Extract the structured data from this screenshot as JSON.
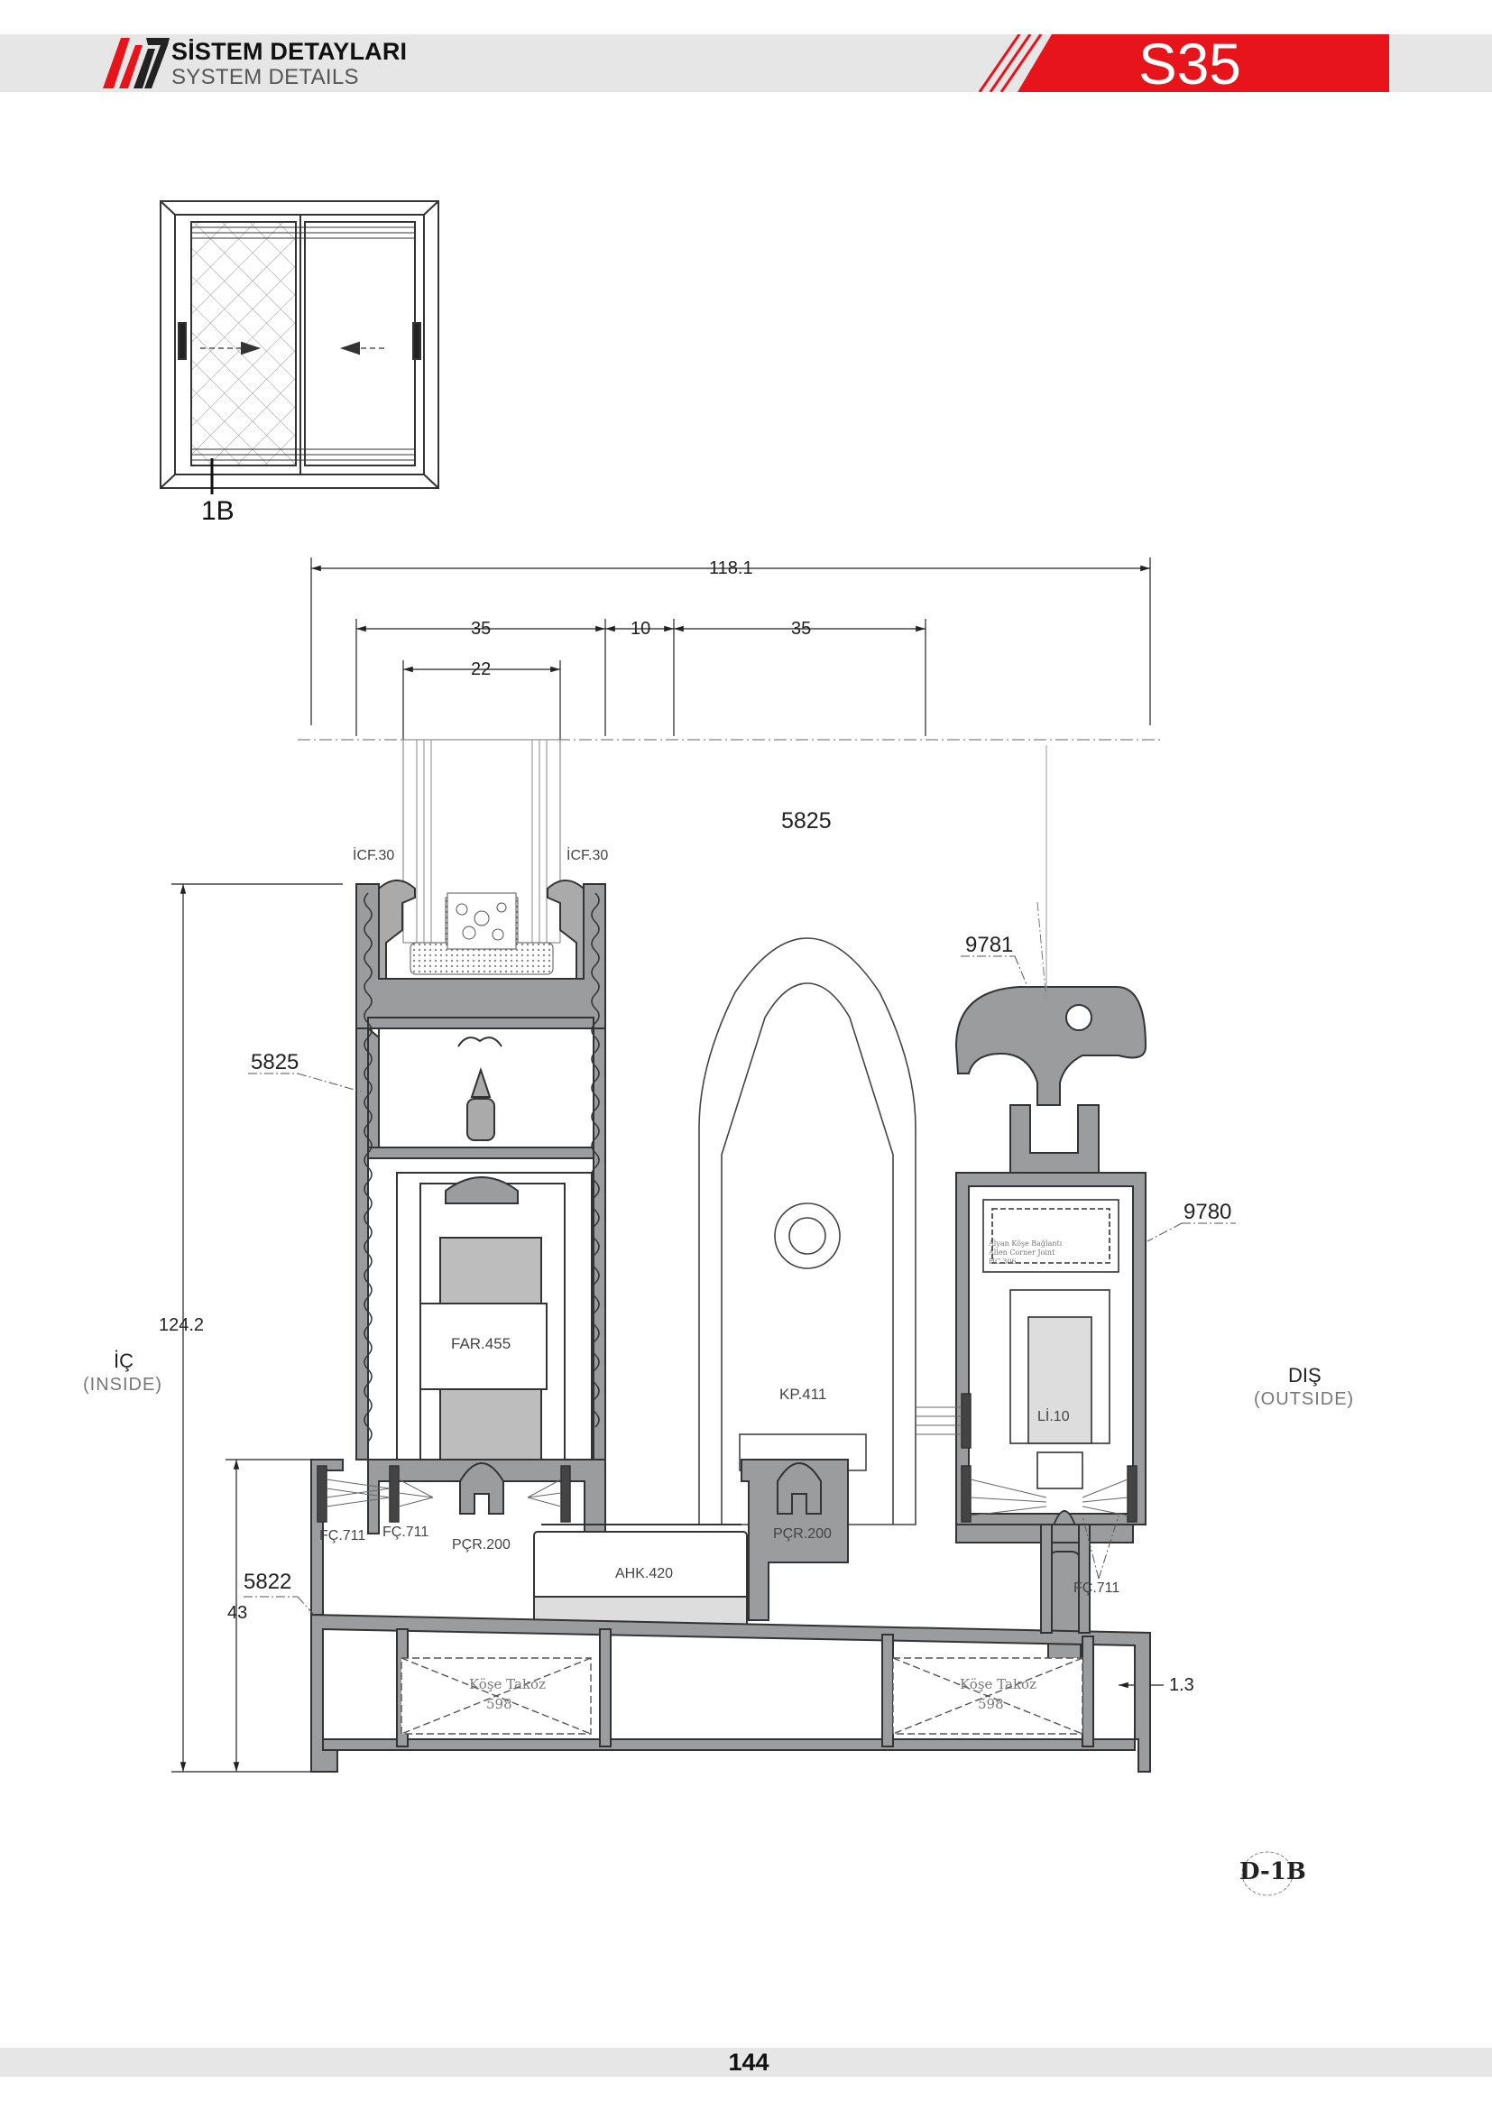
{
  "header": {
    "title_tr": "SİSTEM DETAYLARI",
    "title_en": "SYSTEM DETAILS",
    "series_code": "S35",
    "colors": {
      "accent_red": "#e8141c",
      "bar_grey": "#e6e6e6",
      "profile_grey": "#9a9c9e"
    }
  },
  "thumbnail": {
    "section_ref": "1B"
  },
  "dimensions": {
    "overall_width": "118.1",
    "sash_left": "35",
    "gap": "10",
    "sash_right": "35",
    "glass": "22",
    "total_height": "124.2",
    "sill_height": "43",
    "wall": "1.3"
  },
  "sides": {
    "inside_tr": "İÇ",
    "inside_en": "(INSIDE)",
    "outside_tr": "DIŞ",
    "outside_en": "(OUTSIDE)"
  },
  "parts": {
    "sash_profile_top": "5825",
    "sash_profile_left": "5825",
    "gasket_left": "İCF.30",
    "gasket_right": "İCF.30",
    "screen_profile_a": "9781",
    "screen_profile_b": "9780",
    "roller": "FAR.455",
    "interlock_cap": "KP.411",
    "screen_bracket": "Lİ.10",
    "frame_profile": "5822",
    "brush_1": "FÇ.711",
    "brush_2": "FÇ.711",
    "brush_3": "FÇ.711",
    "rail_left": "PÇR.200",
    "rail_right": "PÇR.200",
    "drain_cover": "AHK.420",
    "corner_block_1_tr": "Köşe Takoz",
    "corner_block_1_code": "598",
    "corner_block_2_tr": "Köşe Takoz",
    "corner_block_2_code": "598",
    "corner_joint_tr": "Alyan Köşe Bağlantı",
    "corner_joint_en": "Allen Corner Joint",
    "corner_joint_code": "HC.306"
  },
  "detail_ref": "D-1B",
  "footer": {
    "page_number": "144"
  }
}
